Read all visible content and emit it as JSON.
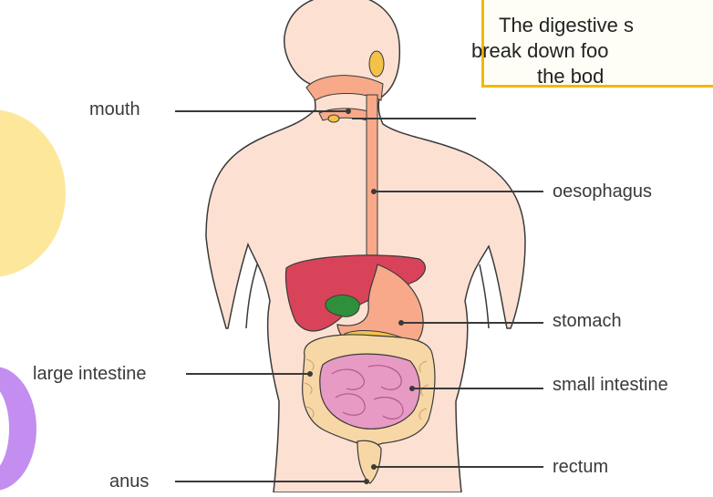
{
  "labels": {
    "mouth": "mouth",
    "oesophagus": "oesophagus",
    "stomach": "stomach",
    "small_intestine": "small intestine",
    "large_intestine": "large intestine",
    "rectum": "rectum",
    "anus": "anus"
  },
  "callout": {
    "line1": "The digestive s",
    "line2": "break down foo",
    "line3": "the bod"
  },
  "colors": {
    "skin": "#fce1d3",
    "outline": "#3a3a3a",
    "oesophagus": "#f7a98a",
    "liver": "#d9435a",
    "gallbladder": "#2f8f3a",
    "pancreas": "#f2c24a",
    "large_intestine": "#f7d7a6",
    "small_intestine": "#e79ac4",
    "callout_border": "#f2b800",
    "blob_yellow": "#fde79a",
    "blob_purple": "#c38ef0"
  }
}
